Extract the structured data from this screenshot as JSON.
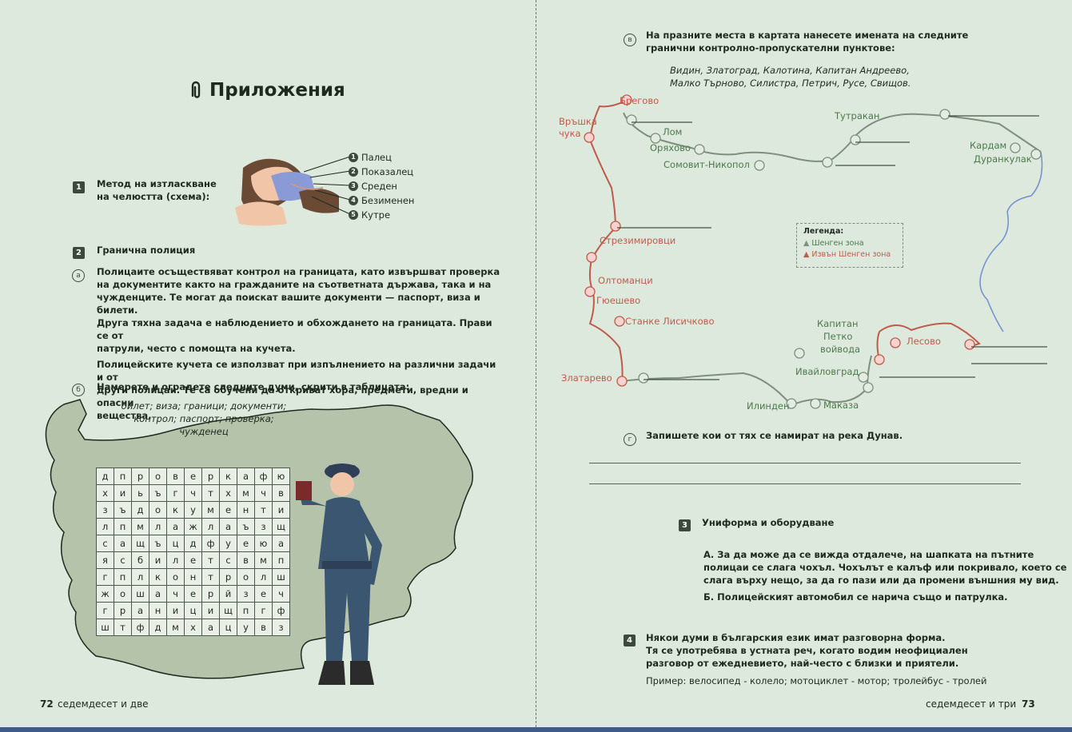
{
  "left": {
    "title": "Приложения",
    "sec1": {
      "num": "1",
      "label_l1": "Метод на изтласкване",
      "label_l2": "на челюстта (схема):",
      "fingers": [
        {
          "n": "1",
          "name": "Палец"
        },
        {
          "n": "2",
          "name": "Показалец"
        },
        {
          "n": "3",
          "name": "Среден"
        },
        {
          "n": "4",
          "name": "Безименен"
        },
        {
          "n": "5",
          "name": "Кутре"
        }
      ]
    },
    "sec2": {
      "num": "2",
      "label": "Гранична полиция",
      "a_mark": "а",
      "a_p1": [
        "Полицаите осъществяват контрол на границата, като извършват проверка",
        "на документите както на гражданите на съответната държава, така и на",
        "чужденците. Те могат да поискат вашите документи — паспорт, виза и билети.",
        "Друга тяхна задача е наблюдението и обхождането на границата. Прави се от",
        "патрули, често с помощта на кучета."
      ],
      "a_p2": [
        "Полицейските кучета се използват при изпълнението на различни задачи и от",
        "други полицаи. Те са обучени да откриват хора, предмети, вредни и опасни",
        "вещества."
      ],
      "b_mark": "б",
      "b_task": "Намерете и оградете следните думи, скрити в таблицата:",
      "words": [
        "билет; виза; граници; документи;",
        "контрол; паспорт; проверка;",
        "чужденец"
      ],
      "grid": [
        [
          "д",
          "п",
          "р",
          "о",
          "в",
          "е",
          "р",
          "к",
          "а",
          "ф",
          "ю"
        ],
        [
          "х",
          "и",
          "ь",
          "ъ",
          "г",
          "ч",
          "т",
          "х",
          "м",
          "ч",
          "в"
        ],
        [
          "з",
          "ъ",
          "д",
          "о",
          "к",
          "у",
          "м",
          "е",
          "н",
          "т",
          "и"
        ],
        [
          "л",
          "п",
          "м",
          "л",
          "а",
          "ж",
          "л",
          "а",
          "ъ",
          "з",
          "щ"
        ],
        [
          "с",
          "а",
          "щ",
          "ъ",
          "ц",
          "д",
          "ф",
          "у",
          "е",
          "ю",
          "а"
        ],
        [
          "я",
          "с",
          "б",
          "и",
          "л",
          "е",
          "т",
          "с",
          "в",
          "м",
          "п"
        ],
        [
          "г",
          "п",
          "л",
          "к",
          "о",
          "н",
          "т",
          "р",
          "о",
          "л",
          "ш"
        ],
        [
          "ж",
          "о",
          "ш",
          "а",
          "ч",
          "е",
          "р",
          "й",
          "з",
          "е",
          "ч"
        ],
        [
          "г",
          "р",
          "а",
          "н",
          "и",
          "ц",
          "и",
          "щ",
          "п",
          "г",
          "ф"
        ],
        [
          "ш",
          "т",
          "ф",
          "д",
          "м",
          "х",
          "а",
          "ц",
          "у",
          "в",
          "з"
        ]
      ]
    },
    "page_num": "72",
    "page_words": "седемдесет и две"
  },
  "right": {
    "sec_v": {
      "mark": "в",
      "task_l1": "На празните места в картата нанесете имената на следните",
      "task_l2": "гранични контролно-пропускателни пунктове:",
      "names_l1": "Видин, Златоград, Калотина, Капитан Андреево,",
      "names_l2": "Малко Търново, Силистра, Петрич, Русе, Свищов."
    },
    "map": {
      "red": [
        "Брегово",
        "Връшка",
        "чука",
        "Стрезимировци",
        "Олтоманци",
        "Гюешево",
        "Станке Лисичково",
        "Златарево",
        "Лесово"
      ],
      "green": [
        "Лом",
        "Оряхово",
        "Сомовит-Никопол",
        "Тутракан",
        "Кардам",
        "Дуранкулак",
        "Капитан",
        "Петко",
        "войвода",
        "Ивайловград",
        "Илинден",
        "Маказа"
      ],
      "legend_title": "Легенда:",
      "legend_green": "Шенген зона",
      "legend_red": "Извън Шенген зона",
      "colors": {
        "red": "#c05a4a",
        "green": "#7d8f7d"
      }
    },
    "sec_g": {
      "mark": "г",
      "task": "Запишете кои от тях се намират на река Дунав."
    },
    "sec3": {
      "num": "3",
      "label": "Униформа и оборудване",
      "a": [
        "А. За да може да се вижда отдалече, на шапката на пътните",
        "полицаи се слага чохъл. Чохълът е калъф или покривало, което се",
        "слага върху нещо, за да го пази или да промени външния му вид."
      ],
      "b": "Б. Полицейският автомобил се нарича също и патрулка."
    },
    "sec4": {
      "num": "4",
      "l1": "Някои думи в българския език имат разговорна форма.",
      "l2": "Тя се употребява в устната реч, когато водим неофициален",
      "l3": "разговор от ежедневието, най-често с близки и приятели.",
      "example": "Пример: велосипед - колело; мотоциклет - мотор; тролейбус - тролей"
    },
    "page_num": "73",
    "page_words": "седемдесет и три"
  }
}
